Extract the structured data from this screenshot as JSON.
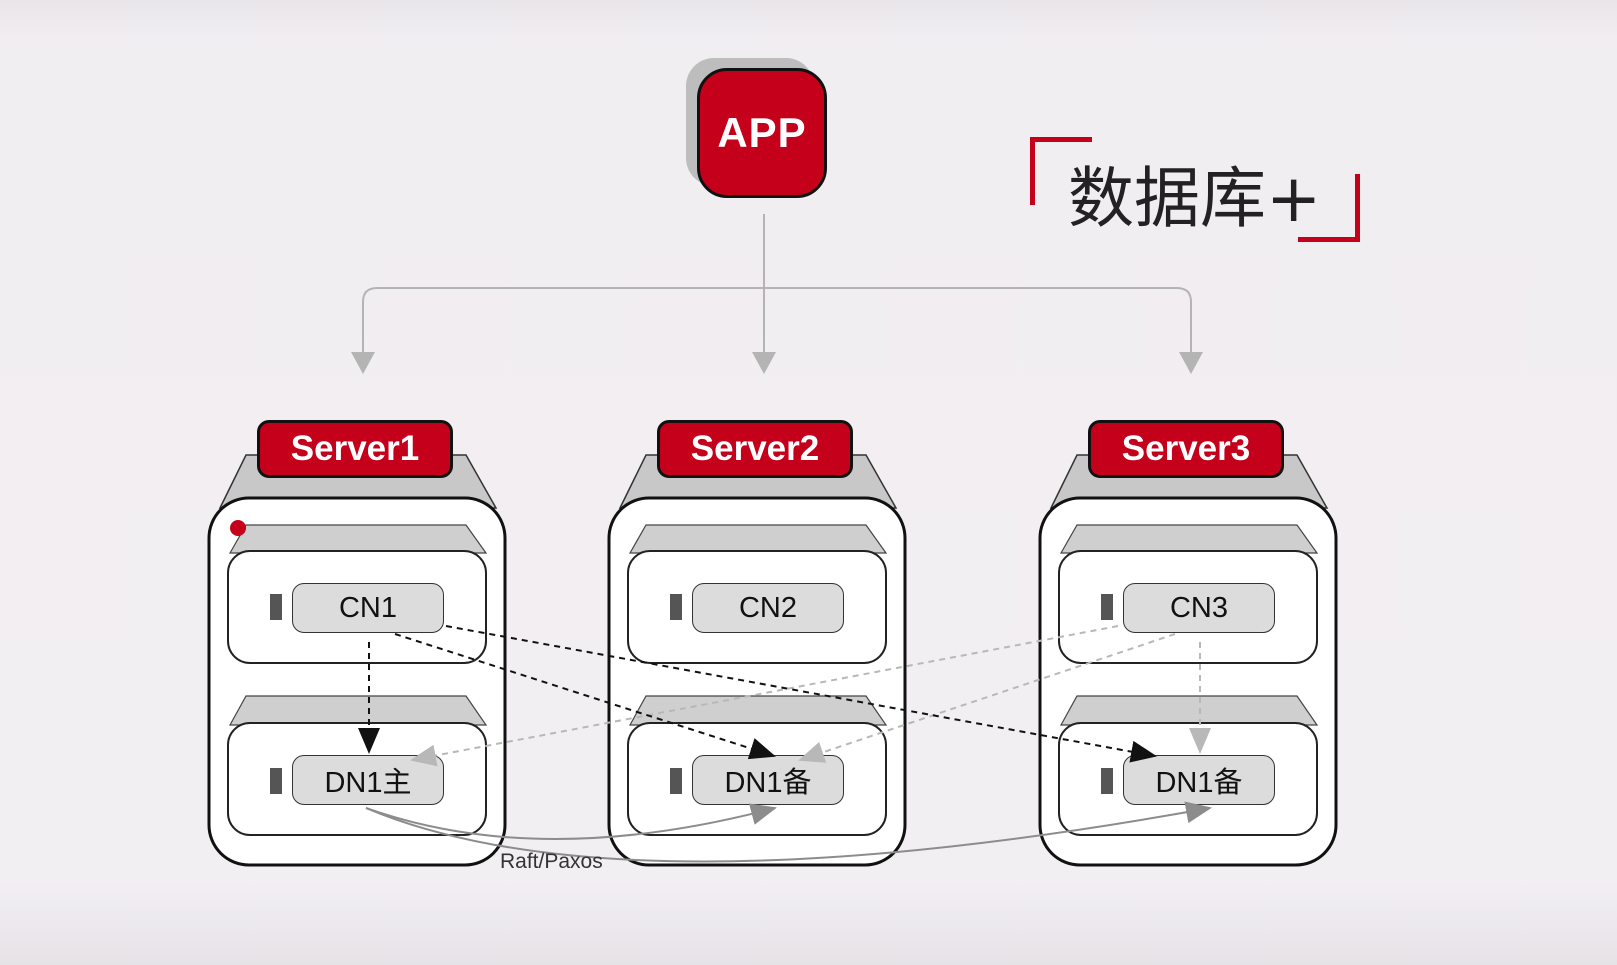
{
  "app": {
    "label": "APP"
  },
  "brand": {
    "text": "数据库+"
  },
  "colors": {
    "accent": "#c5001a",
    "border": "#111111",
    "node_fill": "#dcdcdc"
  },
  "servers": [
    {
      "label": "Server1",
      "cn": "CN1",
      "dn": "DN1主"
    },
    {
      "label": "Server2",
      "cn": "CN2",
      "dn": "DN1备"
    },
    {
      "label": "Server3",
      "cn": "CN3",
      "dn": "DN1备"
    }
  ],
  "edges": {
    "replication_label": "Raft/Paxos"
  }
}
